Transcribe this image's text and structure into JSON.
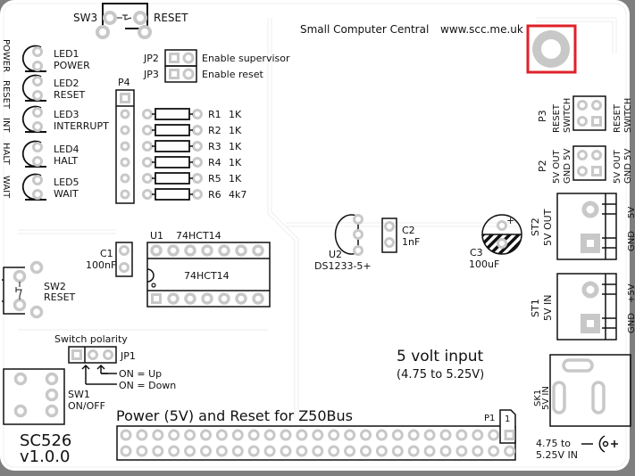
{
  "board": {
    "name": "SC526",
    "version": "v1.0.0",
    "title": "Power (5V) and Reset for Z50Bus",
    "maker": "Small Computer Central",
    "url": "www.scc.me.uk",
    "highlight_color": "#e0202a",
    "silkscreen_color": "#111111",
    "pad_color": "#c8c8c8",
    "board_color": "#ffffff"
  },
  "side_labels": [
    "POWER",
    "RESET",
    "INT",
    "HALT",
    "WAIT"
  ],
  "leds": [
    {
      "ref": "LED1",
      "label": "POWER"
    },
    {
      "ref": "LED2",
      "label": "RESET"
    },
    {
      "ref": "LED3",
      "label": "INTERRUPT"
    },
    {
      "ref": "LED4",
      "label": "HALT"
    },
    {
      "ref": "LED5",
      "label": "WAIT"
    }
  ],
  "sw3": {
    "ref": "SW3",
    "label": "RESET"
  },
  "jumpers_top": [
    {
      "ref": "JP2",
      "label": "Enable supervisor"
    },
    {
      "ref": "JP3",
      "label": "Enable reset"
    }
  ],
  "p4": {
    "ref": "P4"
  },
  "resistors": [
    {
      "ref": "R1",
      "value": "1K"
    },
    {
      "ref": "R2",
      "value": "1K"
    },
    {
      "ref": "R3",
      "value": "1K"
    },
    {
      "ref": "R4",
      "value": "1K"
    },
    {
      "ref": "R5",
      "value": "1K"
    },
    {
      "ref": "R6",
      "value": "4k7"
    }
  ],
  "p3": {
    "ref": "P3",
    "label1": "RESET",
    "label2": "SWITCH",
    "right1": "RESET",
    "right2": "SWITCH"
  },
  "p2": {
    "ref": "P2",
    "label1": "5V OUT",
    "label2": "GND 5V",
    "right1": "5V OUT",
    "right2": "GND 5V"
  },
  "st2": {
    "ref": "ST2",
    "label": "5V OUT",
    "pin1": "5V",
    "pin2": "GND"
  },
  "st1": {
    "ref": "ST1",
    "label": "5V IN",
    "pin1": "+5V",
    "pin2": "GND"
  },
  "u1": {
    "ref": "U1",
    "part": "74HCT14",
    "body": "74HCT14"
  },
  "c1": {
    "ref": "C1",
    "value": "100nF"
  },
  "u2": {
    "ref": "U2",
    "part": "DS1233-5+"
  },
  "c2": {
    "ref": "C2",
    "value": "1nF"
  },
  "c3": {
    "ref": "C3",
    "value": "100uF"
  },
  "sw2": {
    "ref": "SW2",
    "label": "RESET"
  },
  "jp1": {
    "ref": "JP1",
    "title": "Switch polarity",
    "on_up": "ON = Up",
    "on_down": "ON = Down"
  },
  "sw1": {
    "ref": "SW1",
    "label": "ON/OFF"
  },
  "p1": {
    "ref": "P1",
    "pin1": "1",
    "columns": 25,
    "rows": 2
  },
  "input": {
    "title": "5 volt input",
    "range": "(4.75 to 5.25V)"
  },
  "sk1": {
    "ref": "SK1",
    "label": "5V IN",
    "note1": "4.75 to",
    "note2": "5.25V IN"
  }
}
